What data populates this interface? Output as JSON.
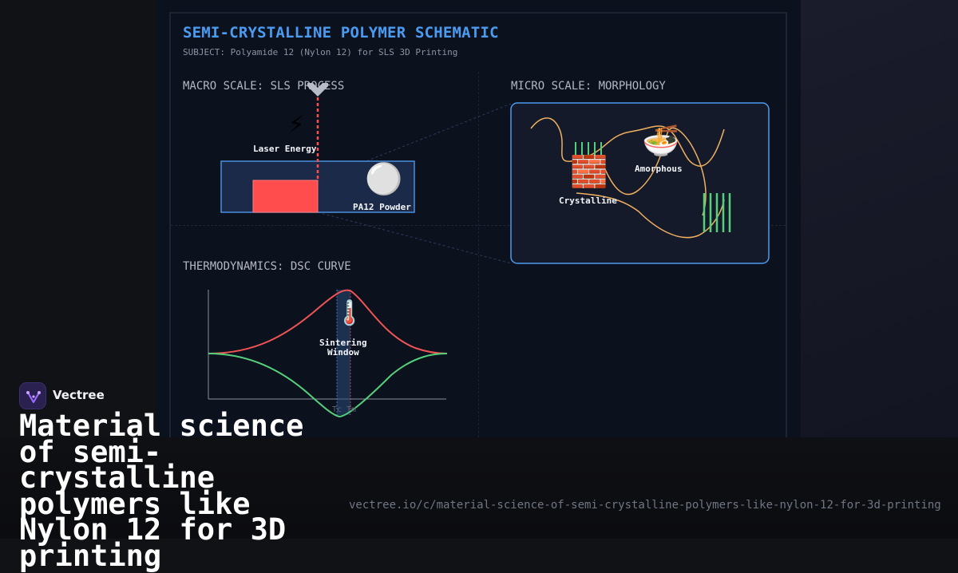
{
  "poster": {
    "title": "SEMI-CRYSTALLINE POLYMER SCHEMATIC",
    "subject": "SUBJECT: Polyamide 12 (Nylon 12) for SLS 3D Printing"
  },
  "macro": {
    "heading": "MACRO SCALE: SLS PROCESS",
    "laser_label": "Laser Energy",
    "laser_icon": "⚡",
    "powder_label": "PA12 Powder",
    "powder_icon": "⚪"
  },
  "micro": {
    "heading": "MICRO SCALE: MORPHOLOGY",
    "crystalline_label": "Crystalline",
    "crystalline_icon": "🧱",
    "amorphous_label": "Amorphous",
    "amorphous_icon": "🍜"
  },
  "thermo": {
    "heading": "THERMODYNAMICS: DSC CURVE",
    "window_label_1": "Sintering",
    "window_label_2": "Window",
    "thermometer_icon": "🌡️",
    "tc_label": "Tc",
    "tm_label": "Tm"
  },
  "brand": {
    "name": "Vectree"
  },
  "headline": "Material science of semi-crystalline polymers like Nylon 12 for 3D printing",
  "url": "vectree.io/c/material-science-of-semi-crystalline-polymers-like-nylon-12-for-3d-printing",
  "colors": {
    "accent_blue": "#4b9bf0",
    "heating_curve": "#f05454",
    "cooling_curve": "#55d07a",
    "chain": "#f0b060",
    "brand_purple": "#8b5cf6"
  }
}
